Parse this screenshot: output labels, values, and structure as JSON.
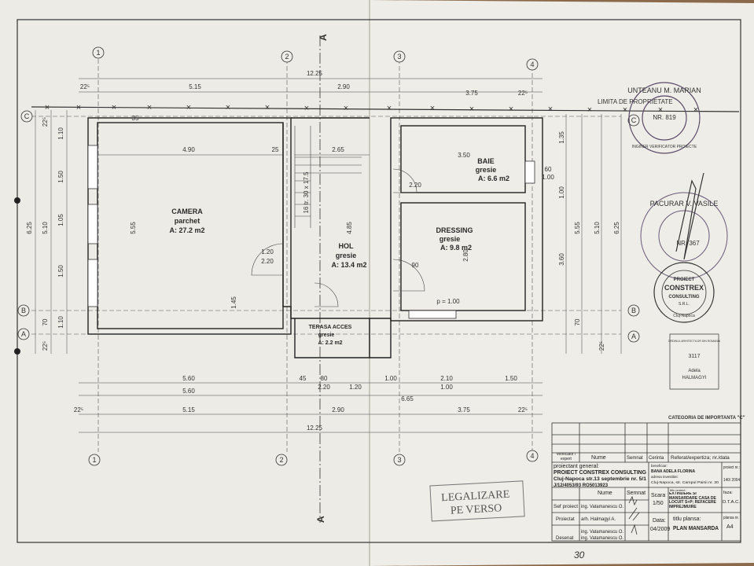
{
  "document": {
    "title": "PLAN MANSARDA",
    "category": "CATEGORIA DE IMPORTANTA \"C\"",
    "property_limit": "LIMITA DE PROPRIETATE",
    "legalize_stamp": [
      "LEGALIZARE",
      "PE VERSO"
    ],
    "handwritten_page": "30",
    "section_marker": "A"
  },
  "axes": {
    "columns": [
      "1",
      "2",
      "3",
      "4"
    ],
    "rows": [
      "A",
      "B",
      "C"
    ]
  },
  "rooms": [
    {
      "name": "CAMERA",
      "finish": "parchet",
      "area": "A: 27.2 m2"
    },
    {
      "name": "HOL",
      "finish": "gresie",
      "area": "A: 13.4 m2"
    },
    {
      "name": "BAIE",
      "finish": "gresie",
      "area": "A: 6.6 m2"
    },
    {
      "name": "DRESSING",
      "finish": "gresie",
      "area": "A: 9.8 m2"
    },
    {
      "name": "TERASA ACCES",
      "finish": "gresie",
      "area": "A: 2.2 m2"
    }
  ],
  "dimensions": {
    "top": [
      "22⁵",
      "5.15",
      "12.25",
      "2.90",
      "3.75",
      "22⁵"
    ],
    "inner_top": [
      "4.90",
      "25",
      "2.65",
      "3.50",
      "35"
    ],
    "bottom_rows": [
      [
        "5.60",
        "45",
        "80",
        "1.00",
        "2.10",
        "1.50"
      ],
      [
        "5.60",
        "2.20",
        "1.20",
        "1.00",
        "6.65"
      ],
      [
        "22⁵",
        "5.15",
        "2.90",
        "3.75",
        "22⁵"
      ],
      [
        "12.25"
      ]
    ],
    "left": [
      "22⁵",
      "1.10",
      "1.50",
      "1.05",
      "1.50",
      "1.10",
      "70",
      "22⁵",
      "5.10",
      "6.25"
    ],
    "right": [
      "1.35",
      "1.00",
      "3.60",
      "70",
      "5.55",
      "5.10",
      "6.25",
      "22⁵"
    ],
    "interior": [
      "5.55",
      "1.45",
      "4.85",
      "16 tr. 30 x 17.5",
      "2.80",
      "p = 1.00",
      "1.20",
      "2.20",
      "90",
      "2.20",
      "60",
      "1.00"
    ]
  },
  "stamps": {
    "engineer": {
      "name": "UNTEANU M. MARIAN",
      "nr": "NR. 819",
      "role": "INGINER VERIFICATOR PROIECTE"
    },
    "architect": {
      "name": "PACURAR V. VASILE",
      "nr": "NR. 367"
    },
    "company": {
      "lines": [
        "PROIECT",
        "CONSTREX",
        "CONSULTING",
        "S.R.L.",
        "Cluj-Napoca"
      ]
    },
    "chamber": {
      "header": "ORDINUL ARHITECTILOR DIN ROMANIA",
      "number": "3117",
      "name": "Adela",
      "surname": "HALMAGYI"
    }
  },
  "title_block": {
    "headers": [
      "Verificator / expert",
      "Nume",
      "Semnat",
      "Cerinta",
      "Referat/expertiza; nr./data"
    ],
    "general_designer_label": "proiectant general:",
    "company": "PROIECT CONSTREX CONSULTING",
    "address": "Cluj-Napoca str.13 septembrie nr. 5/1",
    "registration": "J/12/4053/93   RO5013923",
    "beneficiary_label": "beneficiar:",
    "beneficiary": "BANA ADELA FLORINA",
    "investment_address_label": "adresa investitiei:",
    "investment_address": "Cluj-Napoca, str. Campul Painii nr. 30",
    "project_label": "proiect nr.:",
    "project_number": "140/ 2004",
    "name_header": "Nume",
    "sign_header": "Semnat",
    "scale_label": "Scara",
    "scale": "1/50",
    "project_title_label": "titlu proiect:",
    "project_title": "EXTINDERE SI MANSARDARE CASA DE LOCUIT S+P; REFACERE IMPREJMUIRE",
    "phase_label": "faza:",
    "phase": "D.T.A.C.",
    "roles": [
      {
        "role": "Sef proiect",
        "name": "ing. Vatamanescu O."
      },
      {
        "role": "Proiectat",
        "name": "arh. Halmagyi A."
      },
      {
        "role": "",
        "name": "ing. Vatamanescu O."
      },
      {
        "role": "Desenat",
        "name": "ing. Vatamanescu O."
      }
    ],
    "date_label": "Data:",
    "date": "04/2009",
    "sheet_title_label": "titlu plansa:",
    "sheet_title": "PLAN MANSARDA",
    "sheet_label": "plansa nr.",
    "sheet_number": "A4"
  }
}
